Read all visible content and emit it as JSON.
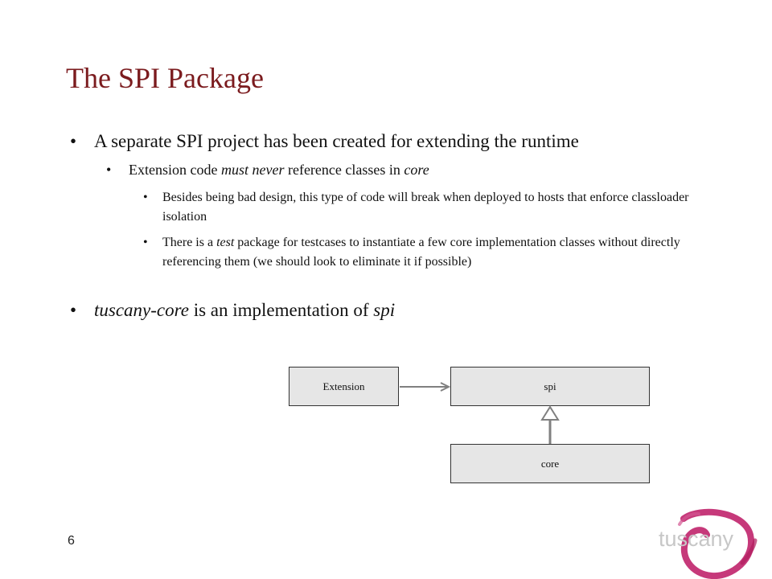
{
  "slide": {
    "title": "The SPI Package",
    "page_number": "6"
  },
  "bullets": [
    {
      "level": 1,
      "parts": [
        {
          "text": "A separate SPI project has been created for extending the runtime",
          "italic": false
        }
      ]
    },
    {
      "level": 2,
      "parts": [
        {
          "text": "Extension code ",
          "italic": false
        },
        {
          "text": "must never",
          "italic": true
        },
        {
          "text": " reference classes in ",
          "italic": false
        },
        {
          "text": "core",
          "italic": true
        }
      ]
    },
    {
      "level": 3,
      "parts": [
        {
          "text": "Besides being bad design, this type of code will break when deployed to hosts that enforce classloader isolation",
          "italic": false
        }
      ]
    },
    {
      "level": 3,
      "parts": [
        {
          "text": "There is a ",
          "italic": false
        },
        {
          "text": "test",
          "italic": true
        },
        {
          "text": " package for testcases to instantiate a few core implementation classes without directly referencing them (we should look to eliminate it if possible)",
          "italic": false
        }
      ]
    },
    {
      "level": 1,
      "parts": [
        {
          "text": "tuscany-core",
          "italic": true
        },
        {
          "text": " is an implementation of ",
          "italic": false
        },
        {
          "text": "spi",
          "italic": true
        }
      ]
    }
  ],
  "diagram": {
    "boxes": {
      "extension": "Extension",
      "spi": "spi",
      "core": "core"
    }
  },
  "logo": {
    "text": "tuscany",
    "colors": {
      "ring": "#c0236b",
      "text": "#c7c7c7"
    }
  },
  "colors": {
    "title": "#7b1b1e",
    "box_fill": "#e6e6e6",
    "arrow": "#808080"
  }
}
